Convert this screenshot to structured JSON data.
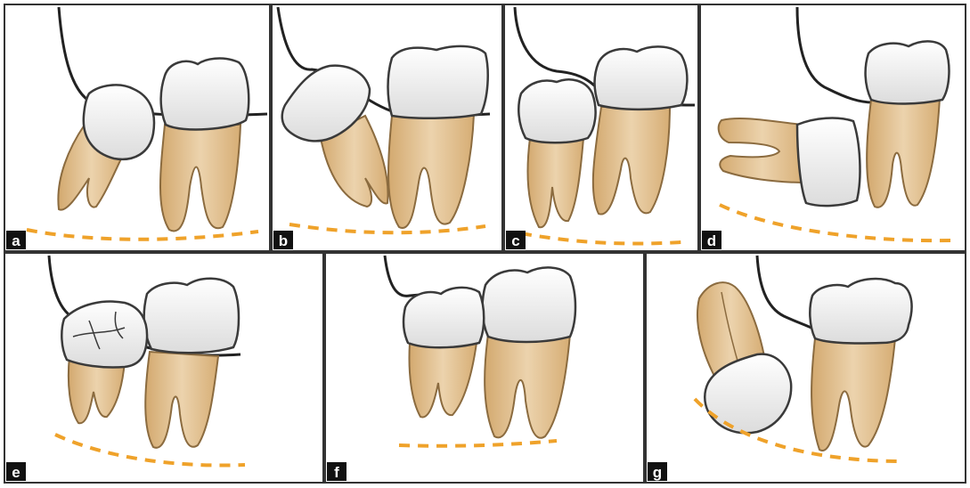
{
  "colors": {
    "border": "#333333",
    "crown": "#f2f2f2",
    "crown_outline": "#3a3a3a",
    "root_fill": "#ddb986",
    "root_outline": "#8b6b3f",
    "bone_line": "#222222",
    "occlusal_dash": "#efa22a",
    "label_bg": "#111111",
    "label_text": "#ffffff"
  },
  "panels": [
    {
      "id": "a",
      "label": "a"
    },
    {
      "id": "b",
      "label": "b"
    },
    {
      "id": "c",
      "label": "c"
    },
    {
      "id": "d",
      "label": "d"
    },
    {
      "id": "e",
      "label": "e"
    },
    {
      "id": "f",
      "label": "f"
    },
    {
      "id": "g",
      "label": "g"
    }
  ]
}
